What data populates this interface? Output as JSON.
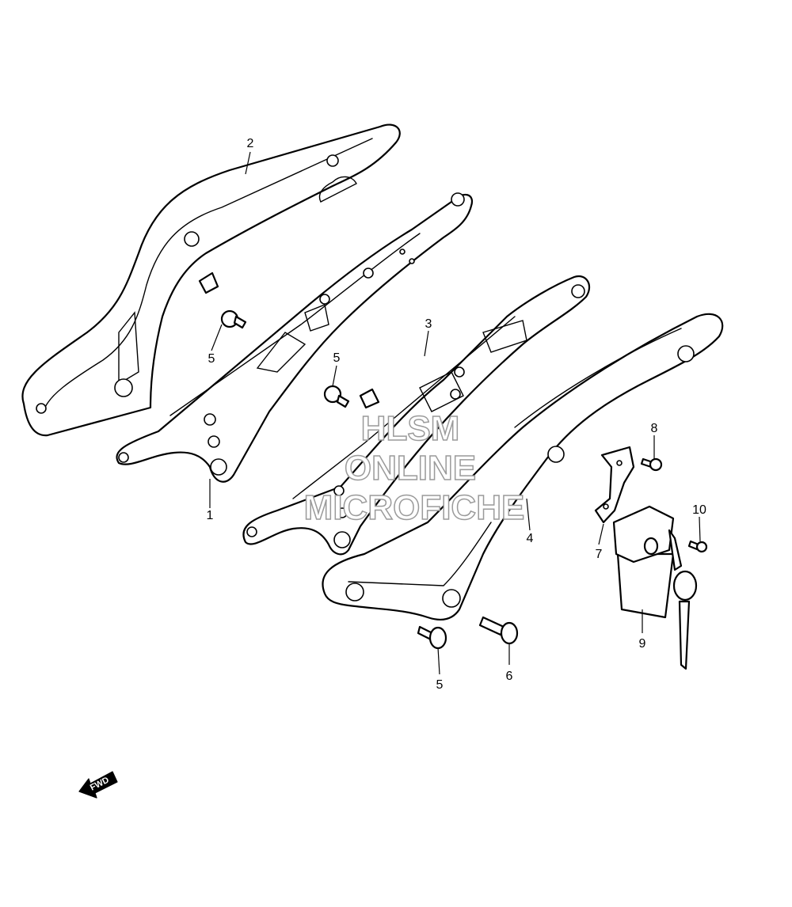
{
  "callouts": [
    {
      "id": "1",
      "label": "1"
    },
    {
      "id": "2",
      "label": "2"
    },
    {
      "id": "3",
      "label": "3"
    },
    {
      "id": "4",
      "label": "4"
    },
    {
      "id": "5a",
      "label": "5"
    },
    {
      "id": "5b",
      "label": "5"
    },
    {
      "id": "5c",
      "label": "5"
    },
    {
      "id": "6",
      "label": "6"
    },
    {
      "id": "7",
      "label": "7"
    },
    {
      "id": "8",
      "label": "8"
    },
    {
      "id": "9",
      "label": "9"
    },
    {
      "id": "10",
      "label": "10"
    }
  ],
  "watermark": {
    "line1": "HLSM",
    "line2": "ONLINE",
    "line3": "MICROFICHE"
  },
  "direction_arrow": {
    "label": "FWD"
  }
}
